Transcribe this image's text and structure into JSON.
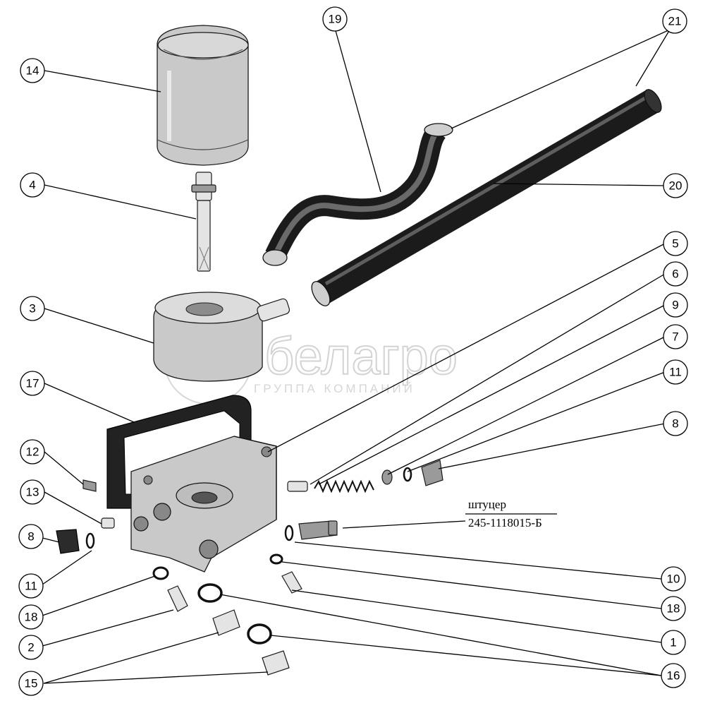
{
  "watermark": {
    "brand": "белагро",
    "subtitle": "ГРУППА КОМПАНИЙ"
  },
  "note": {
    "line1": "штуцер",
    "line2": "245-1118015-Б"
  },
  "callouts": [
    {
      "id": "c14",
      "label": "14"
    },
    {
      "id": "c19",
      "label": "19"
    },
    {
      "id": "c21",
      "label": "21"
    },
    {
      "id": "c4",
      "label": "4"
    },
    {
      "id": "c20",
      "label": "20"
    },
    {
      "id": "c5",
      "label": "5"
    },
    {
      "id": "c3",
      "label": "3"
    },
    {
      "id": "c6",
      "label": "6"
    },
    {
      "id": "c9",
      "label": "9"
    },
    {
      "id": "c7",
      "label": "7"
    },
    {
      "id": "c17",
      "label": "17"
    },
    {
      "id": "c11a",
      "label": "11"
    },
    {
      "id": "c8a",
      "label": "8"
    },
    {
      "id": "c12",
      "label": "12"
    },
    {
      "id": "c13",
      "label": "13"
    },
    {
      "id": "c8b",
      "label": "8"
    },
    {
      "id": "c11b",
      "label": "11"
    },
    {
      "id": "c10",
      "label": "10"
    },
    {
      "id": "c18a",
      "label": "18"
    },
    {
      "id": "c18b",
      "label": "18"
    },
    {
      "id": "c1",
      "label": "1"
    },
    {
      "id": "c2",
      "label": "2"
    },
    {
      "id": "c16",
      "label": "16"
    },
    {
      "id": "c15",
      "label": "15"
    }
  ]
}
